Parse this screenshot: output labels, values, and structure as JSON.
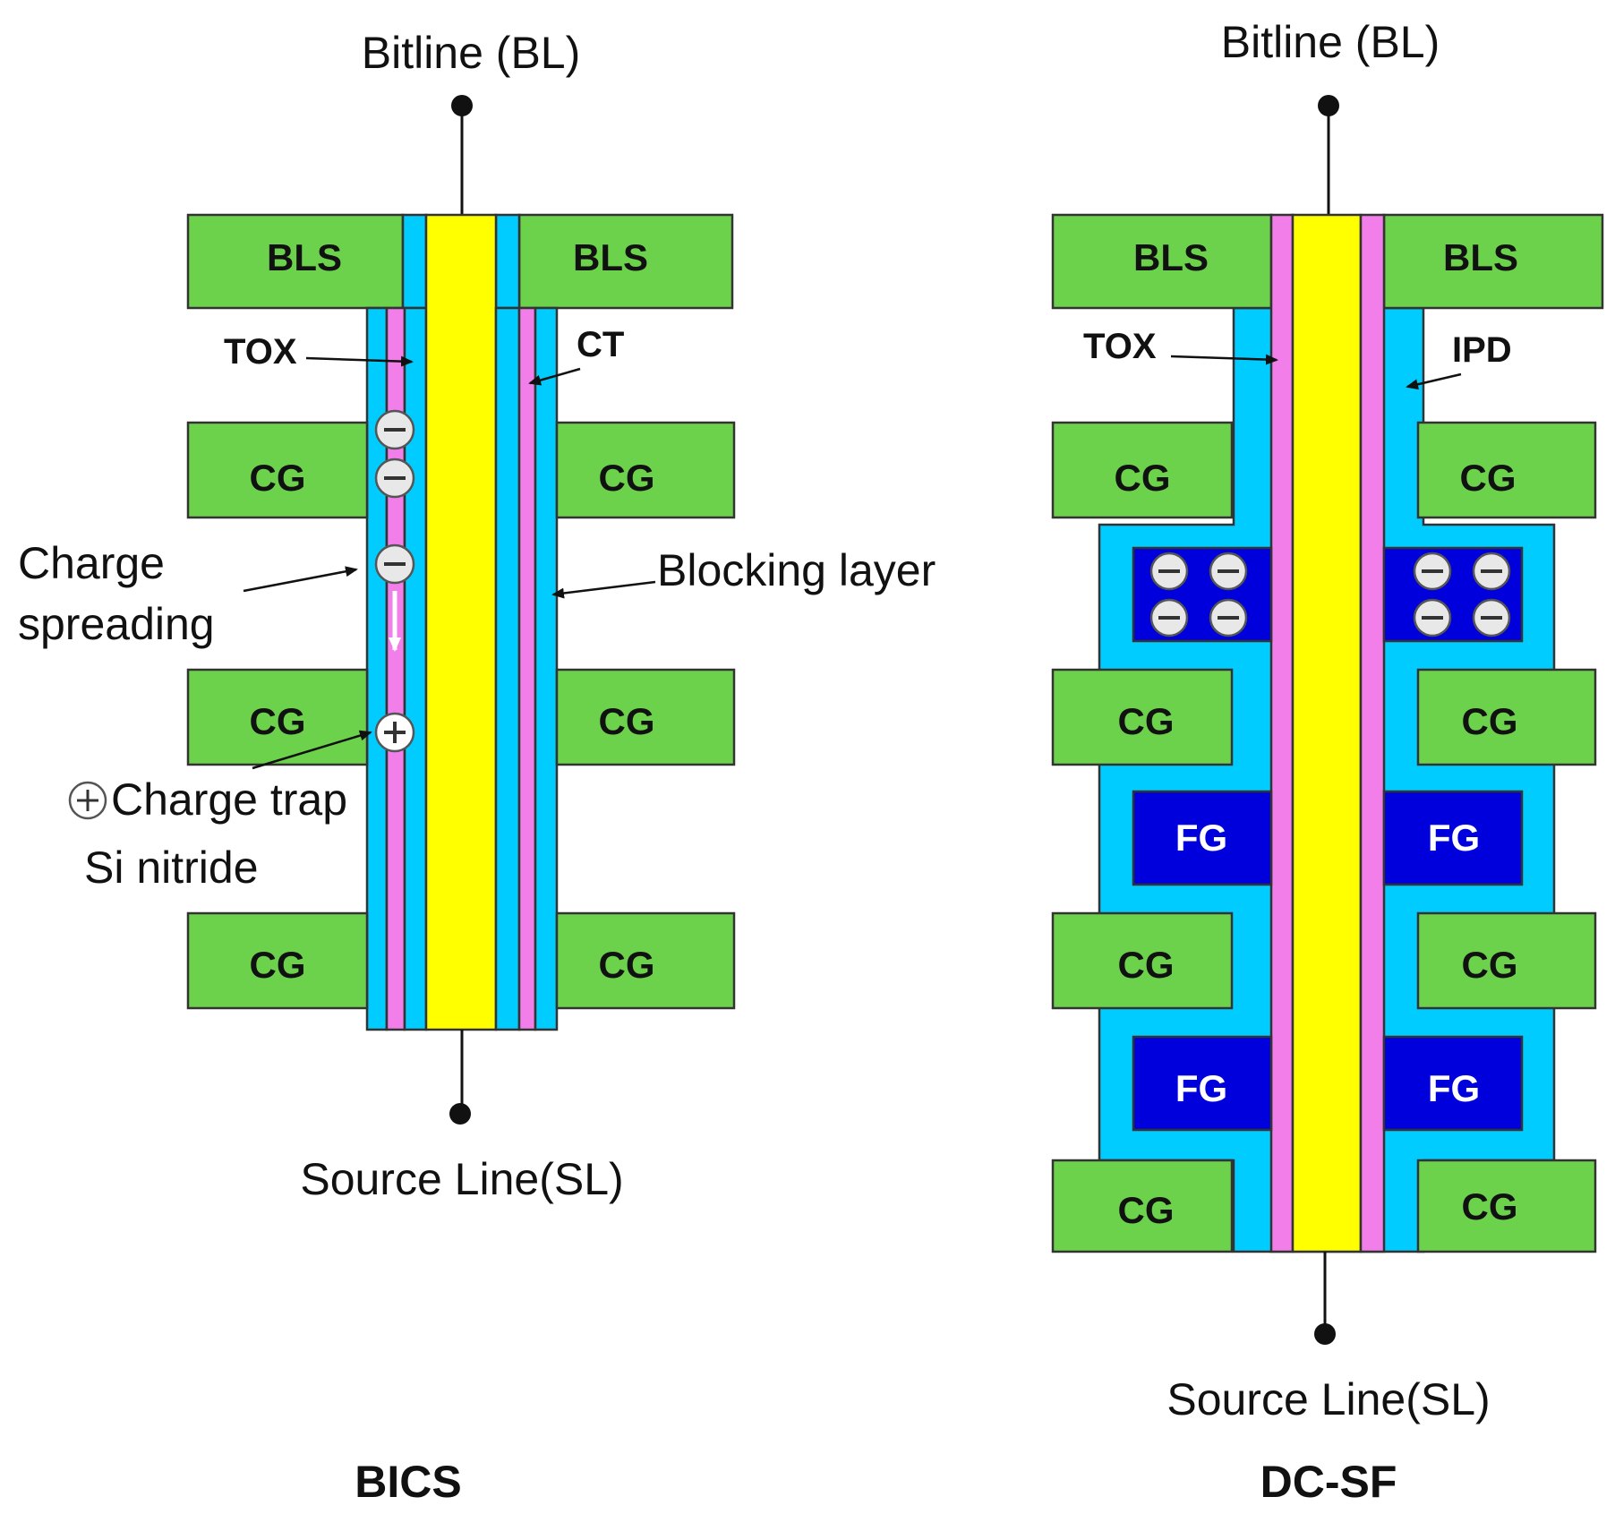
{
  "left": {
    "title": "BICS",
    "bitline": "Bitline (BL)",
    "source_line": "Source Line(SL)",
    "bls_left": "BLS",
    "bls_right": "BLS",
    "cg": "CG",
    "tox": "TOX",
    "ct": "CT",
    "blocking_layer": "Blocking layer",
    "charge_spreading_1": "Charge",
    "charge_spreading_2": "spreading",
    "charge_trap": "Charge trap",
    "si_nitride": "Si nitride"
  },
  "right": {
    "title": "DC-SF",
    "bitline": "Bitline (BL)",
    "source_line": "Source Line(SL)",
    "bls_left": "BLS",
    "bls_right": "BLS",
    "cg": "CG",
    "fg": "FG",
    "tox": "TOX",
    "ipd": "IPD"
  },
  "colors": {
    "gate": "#6dd24b",
    "oxide": "#00ccff",
    "nitride": "#f27ee9",
    "channel": "#ffff00",
    "floating_gate": "#0000dd"
  }
}
